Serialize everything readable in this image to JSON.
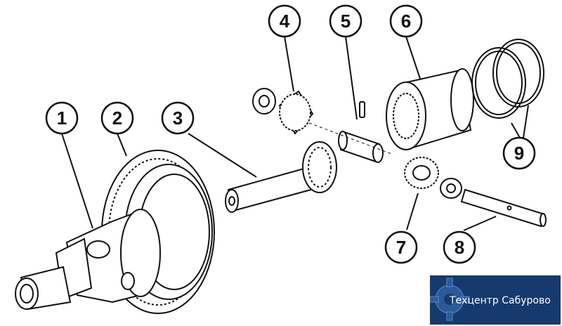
{
  "callouts": [
    {
      "id": "1",
      "label": "1"
    },
    {
      "id": "2",
      "label": "2"
    },
    {
      "id": "3",
      "label": "3"
    },
    {
      "id": "4",
      "label": "4"
    },
    {
      "id": "5",
      "label": "5"
    },
    {
      "id": "6",
      "label": "6"
    },
    {
      "id": "7",
      "label": "7"
    },
    {
      "id": "8",
      "label": "8"
    },
    {
      "id": "9",
      "label": "9"
    }
  ],
  "watermark": {
    "text": "Техцентр Сабурово",
    "icon": "gear-icon",
    "colors": {
      "background": "#163a6e",
      "text": "#ffffff"
    }
  },
  "colors": {
    "line": "#111111",
    "background": "#ffffff"
  }
}
